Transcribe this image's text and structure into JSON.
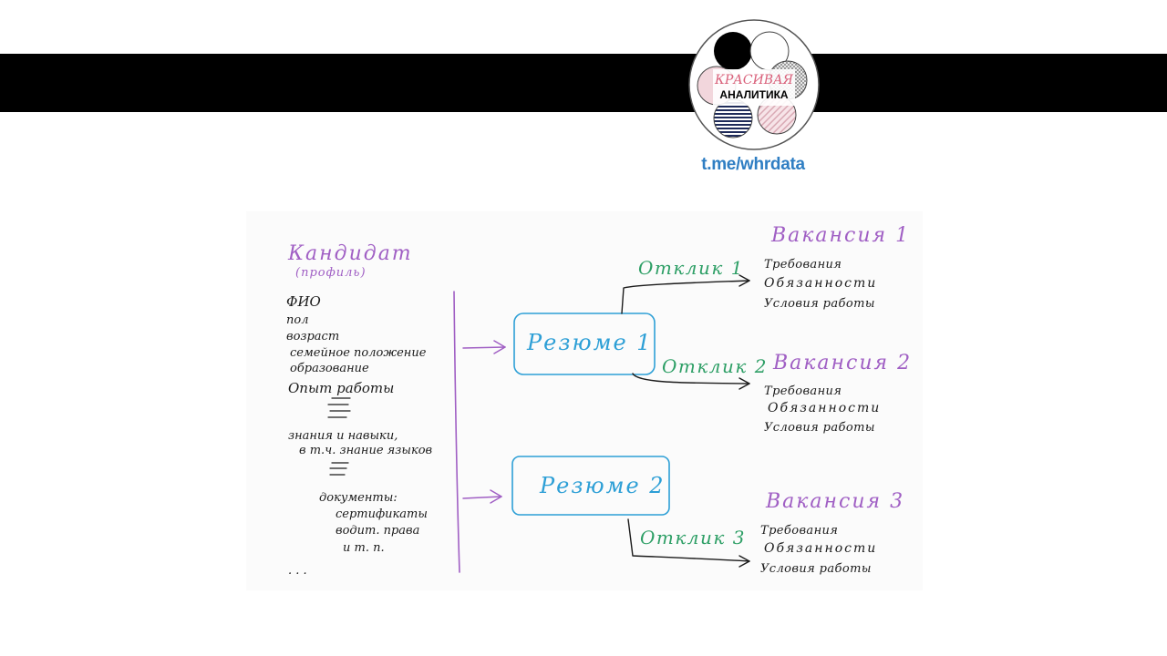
{
  "header": {
    "logo": {
      "line1": "КРАСИВАЯ",
      "line2": "АНАЛИТИКА",
      "colors": {
        "accent": "#d9607a",
        "ink": "#000000",
        "pink": "#f2d6dc",
        "navy": "#1f2b5a"
      }
    },
    "channel": "t.me/whrdata",
    "colors": {
      "bar": "#000000",
      "link": "#2f7ec3"
    }
  },
  "diagram": {
    "candidate": {
      "title": "Кандидат",
      "subtitle": "(профиль)",
      "attributes": [
        "ФИО",
        "пол",
        "возраст",
        "семейное положение",
        "образование",
        "Опыт работы",
        "знания и навыки,",
        "в т.ч. знание языков",
        "документы:",
        "сертификаты",
        "водит. права",
        "и т. п."
      ],
      "more": ". . ."
    },
    "resumes": [
      "Резюме 1",
      "Резюме 2"
    ],
    "responses": [
      "Отклик 1",
      "Отклик 2",
      "Отклик 3"
    ],
    "vacancies": [
      {
        "title": "Вакансия 1",
        "items": [
          "Требования",
          "Обязанности",
          "Условия работы"
        ]
      },
      {
        "title": "Вакансия 2",
        "items": [
          "Требования",
          "Обязанности",
          "Условия работы"
        ]
      },
      {
        "title": "Вакансия 3",
        "items": [
          "Требования",
          "Обязанности",
          "Условия работы"
        ]
      }
    ],
    "colors": {
      "candidate": "#a05fc4",
      "resume": "#2d9fd6",
      "response": "#2e9f66",
      "vacancy": "#a05fc4",
      "ink": "#1b1b1b"
    }
  }
}
